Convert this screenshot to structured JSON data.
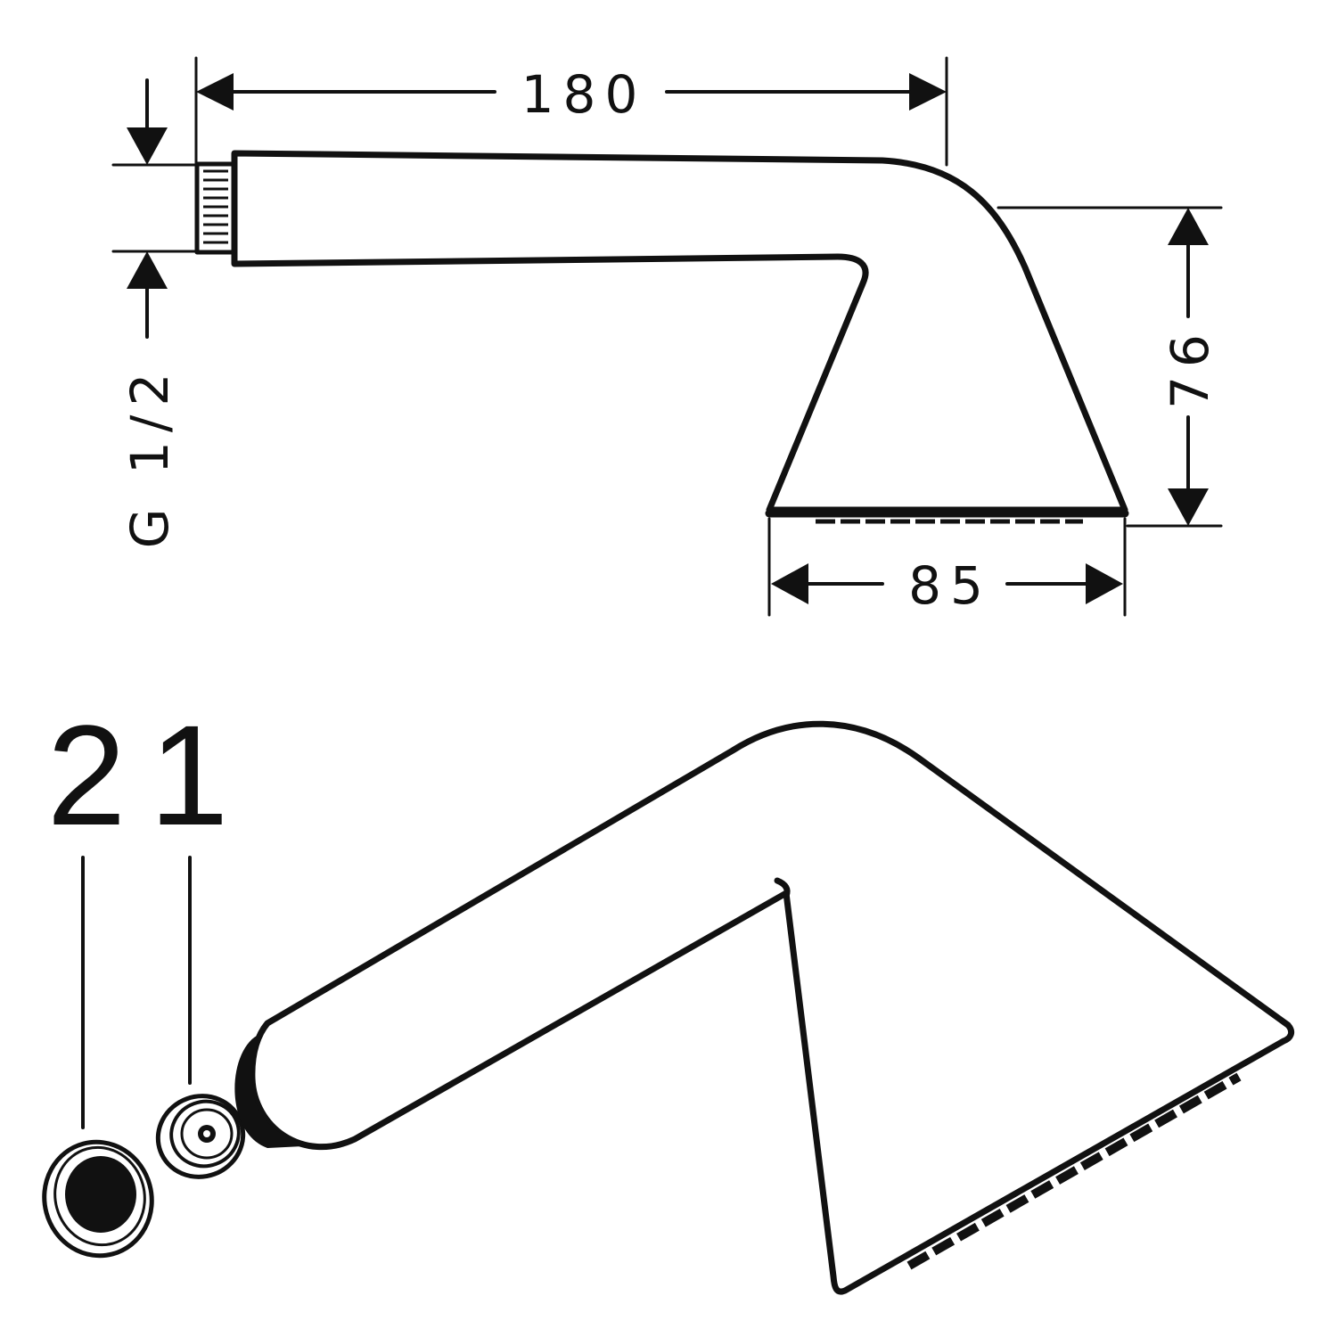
{
  "drawing": {
    "dimensions": {
      "length": "180",
      "height": "76",
      "face_width": "85",
      "thread": "G 1/2"
    },
    "parts": [
      {
        "number": "2"
      },
      {
        "number": "1"
      }
    ],
    "line_color": "#111111",
    "background": "#ffffff"
  }
}
